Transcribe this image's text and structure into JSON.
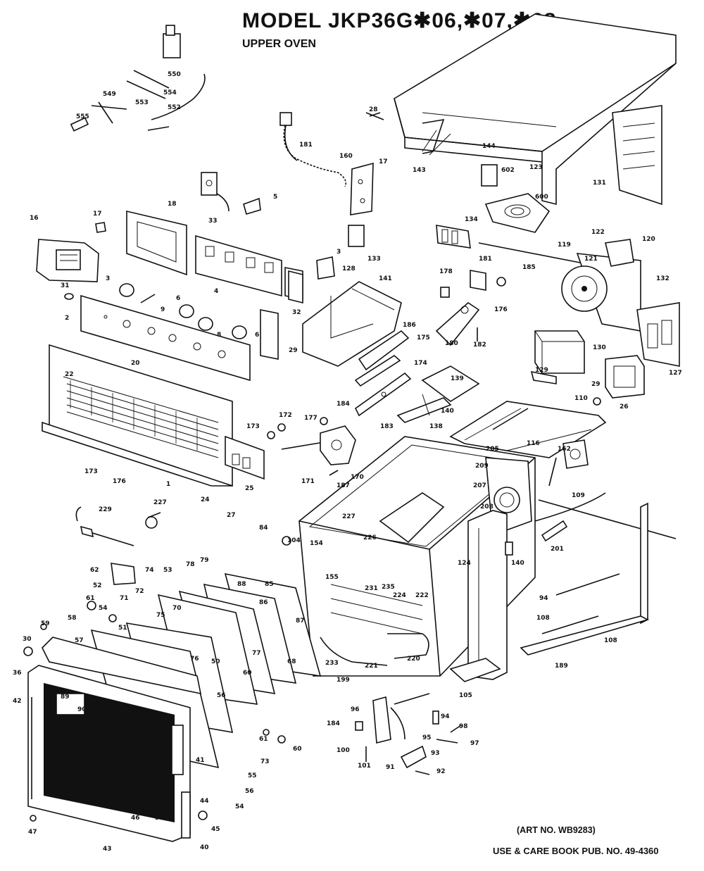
{
  "header": {
    "title": "MODEL JKP36G✱06,✱07,✱08",
    "subtitle": "UPPER OVEN"
  },
  "footer": {
    "art_no": "(ART NO. WB9283)",
    "pub_no": "USE & CARE BOOK PUB. NO. 49-4360"
  },
  "callouts": [
    {
      "id": "c550",
      "text": "550"
    },
    {
      "id": "c554",
      "text": "554"
    },
    {
      "id": "c553",
      "text": "553"
    },
    {
      "id": "c549",
      "text": "549"
    },
    {
      "id": "c552",
      "text": "552"
    },
    {
      "id": "c555",
      "text": "555"
    },
    {
      "id": "c28",
      "text": "28"
    },
    {
      "id": "c181",
      "text": "181"
    },
    {
      "id": "c160",
      "text": "160"
    },
    {
      "id": "c17a",
      "text": "17"
    },
    {
      "id": "c143",
      "text": "143"
    },
    {
      "id": "c144",
      "text": "144"
    },
    {
      "id": "c123",
      "text": "123"
    },
    {
      "id": "c131",
      "text": "131"
    },
    {
      "id": "c602",
      "text": "602"
    },
    {
      "id": "c600",
      "text": "600"
    },
    {
      "id": "c33",
      "text": "33"
    },
    {
      "id": "c5",
      "text": "5"
    },
    {
      "id": "c17b",
      "text": "17"
    },
    {
      "id": "c18",
      "text": "18"
    },
    {
      "id": "c16",
      "text": "16"
    },
    {
      "id": "c134",
      "text": "134"
    },
    {
      "id": "c122",
      "text": "122"
    },
    {
      "id": "c120",
      "text": "120"
    },
    {
      "id": "c119",
      "text": "119"
    },
    {
      "id": "c121",
      "text": "121"
    },
    {
      "id": "c132",
      "text": "132"
    },
    {
      "id": "c133",
      "text": "133"
    },
    {
      "id": "c3a",
      "text": "3"
    },
    {
      "id": "c4",
      "text": "4"
    },
    {
      "id": "c32",
      "text": "32"
    },
    {
      "id": "c128",
      "text": "128"
    },
    {
      "id": "c141",
      "text": "141"
    },
    {
      "id": "c178",
      "text": "178"
    },
    {
      "id": "c181b",
      "text": "181"
    },
    {
      "id": "c185",
      "text": "185"
    },
    {
      "id": "c176",
      "text": "176"
    },
    {
      "id": "c180",
      "text": "180"
    },
    {
      "id": "c182",
      "text": "182"
    },
    {
      "id": "c31",
      "text": "31"
    },
    {
      "id": "c3b",
      "text": "3"
    },
    {
      "id": "c6a",
      "text": "6"
    },
    {
      "id": "c8",
      "text": "8"
    },
    {
      "id": "c9",
      "text": "9"
    },
    {
      "id": "c6b",
      "text": "6"
    },
    {
      "id": "c2",
      "text": "2"
    },
    {
      "id": "c29",
      "text": "29"
    },
    {
      "id": "c186",
      "text": "186"
    },
    {
      "id": "c175",
      "text": "175"
    },
    {
      "id": "c130",
      "text": "130"
    },
    {
      "id": "c129",
      "text": "129"
    },
    {
      "id": "c127",
      "text": "127"
    },
    {
      "id": "c20",
      "text": "20"
    },
    {
      "id": "c22",
      "text": "22"
    },
    {
      "id": "c174",
      "text": "174"
    },
    {
      "id": "c184",
      "text": "184"
    },
    {
      "id": "c183",
      "text": "183"
    },
    {
      "id": "c139",
      "text": "139"
    },
    {
      "id": "c140",
      "text": "140"
    },
    {
      "id": "c138",
      "text": "138"
    },
    {
      "id": "c29b",
      "text": "29"
    },
    {
      "id": "c26",
      "text": "26"
    },
    {
      "id": "c110",
      "text": "110"
    },
    {
      "id": "c116",
      "text": "116"
    },
    {
      "id": "c172",
      "text": "172"
    },
    {
      "id": "c173",
      "text": "173"
    },
    {
      "id": "c177",
      "text": "177"
    },
    {
      "id": "c205",
      "text": "205"
    },
    {
      "id": "c162",
      "text": "162"
    },
    {
      "id": "c173b",
      "text": "173"
    },
    {
      "id": "c176b",
      "text": "176"
    },
    {
      "id": "c171",
      "text": "171"
    },
    {
      "id": "c170",
      "text": "170"
    },
    {
      "id": "c187",
      "text": "187"
    },
    {
      "id": "c25",
      "text": "25"
    },
    {
      "id": "c1",
      "text": "1"
    },
    {
      "id": "c24",
      "text": "24"
    },
    {
      "id": "c27",
      "text": "27"
    },
    {
      "id": "c209",
      "text": "209"
    },
    {
      "id": "c207",
      "text": "207"
    },
    {
      "id": "c208",
      "text": "208"
    },
    {
      "id": "c109",
      "text": "109"
    },
    {
      "id": "c229",
      "text": "229"
    },
    {
      "id": "c227",
      "text": "227"
    },
    {
      "id": "c227b",
      "text": "227"
    },
    {
      "id": "c226",
      "text": "226"
    },
    {
      "id": "c84",
      "text": "84"
    },
    {
      "id": "c104",
      "text": "104"
    },
    {
      "id": "c201",
      "text": "201"
    },
    {
      "id": "c62",
      "text": "62"
    },
    {
      "id": "c74",
      "text": "74"
    },
    {
      "id": "c78",
      "text": "78"
    },
    {
      "id": "c79",
      "text": "79"
    },
    {
      "id": "c53",
      "text": "53"
    },
    {
      "id": "c154",
      "text": "154"
    },
    {
      "id": "c155",
      "text": "155"
    },
    {
      "id": "c140b",
      "text": "140"
    },
    {
      "id": "c124",
      "text": "124"
    },
    {
      "id": "c52",
      "text": "52"
    },
    {
      "id": "c72",
      "text": "72"
    },
    {
      "id": "c71",
      "text": "71"
    },
    {
      "id": "c88",
      "text": "88"
    },
    {
      "id": "c85",
      "text": "85"
    },
    {
      "id": "c86",
      "text": "86"
    },
    {
      "id": "c87",
      "text": "87"
    },
    {
      "id": "c231",
      "text": "231"
    },
    {
      "id": "c235",
      "text": "235"
    },
    {
      "id": "c222",
      "text": "222"
    },
    {
      "id": "c224",
      "text": "224"
    },
    {
      "id": "c105",
      "text": "105"
    },
    {
      "id": "c94",
      "text": "94"
    },
    {
      "id": "c108",
      "text": "108"
    },
    {
      "id": "c108b",
      "text": "108"
    },
    {
      "id": "c61",
      "text": "61"
    },
    {
      "id": "c54",
      "text": "54"
    },
    {
      "id": "c51",
      "text": "51"
    },
    {
      "id": "c70",
      "text": "70"
    },
    {
      "id": "c75",
      "text": "75"
    },
    {
      "id": "c76",
      "text": "76"
    },
    {
      "id": "c77",
      "text": "77"
    },
    {
      "id": "c68",
      "text": "68"
    },
    {
      "id": "c60",
      "text": "60"
    },
    {
      "id": "c58",
      "text": "58"
    },
    {
      "id": "c59",
      "text": "59"
    },
    {
      "id": "c57",
      "text": "57"
    },
    {
      "id": "c30",
      "text": "30"
    },
    {
      "id": "c50",
      "text": "50"
    },
    {
      "id": "c233",
      "text": "233"
    },
    {
      "id": "c221",
      "text": "221"
    },
    {
      "id": "c220",
      "text": "220"
    },
    {
      "id": "c199",
      "text": "199"
    },
    {
      "id": "c189",
      "text": "189"
    },
    {
      "id": "c96",
      "text": "96"
    },
    {
      "id": "c184b",
      "text": "184"
    },
    {
      "id": "c94b",
      "text": "94"
    },
    {
      "id": "c98",
      "text": "98"
    },
    {
      "id": "c97",
      "text": "97"
    },
    {
      "id": "c95",
      "text": "95"
    },
    {
      "id": "c42",
      "text": "42"
    },
    {
      "id": "c89",
      "text": "89"
    },
    {
      "id": "c90",
      "text": "90"
    },
    {
      "id": "c56",
      "text": "56"
    },
    {
      "id": "c41",
      "text": "41"
    },
    {
      "id": "c61b",
      "text": "61"
    },
    {
      "id": "c60b",
      "text": "60"
    },
    {
      "id": "c73",
      "text": "73"
    },
    {
      "id": "c100",
      "text": "100"
    },
    {
      "id": "c101",
      "text": "101"
    },
    {
      "id": "c91",
      "text": "91"
    },
    {
      "id": "c92",
      "text": "92"
    },
    {
      "id": "c93",
      "text": "93"
    },
    {
      "id": "c55",
      "text": "55"
    },
    {
      "id": "c56b",
      "text": "56"
    },
    {
      "id": "c44",
      "text": "44"
    },
    {
      "id": "c54b",
      "text": "54"
    },
    {
      "id": "c46",
      "text": "46"
    },
    {
      "id": "c47",
      "text": "47"
    },
    {
      "id": "c43",
      "text": "43"
    },
    {
      "id": "c45",
      "text": "45"
    },
    {
      "id": "c40",
      "text": "40"
    },
    {
      "id": "c39",
      "text": "39"
    },
    {
      "id": "c36",
      "text": "36"
    }
  ]
}
